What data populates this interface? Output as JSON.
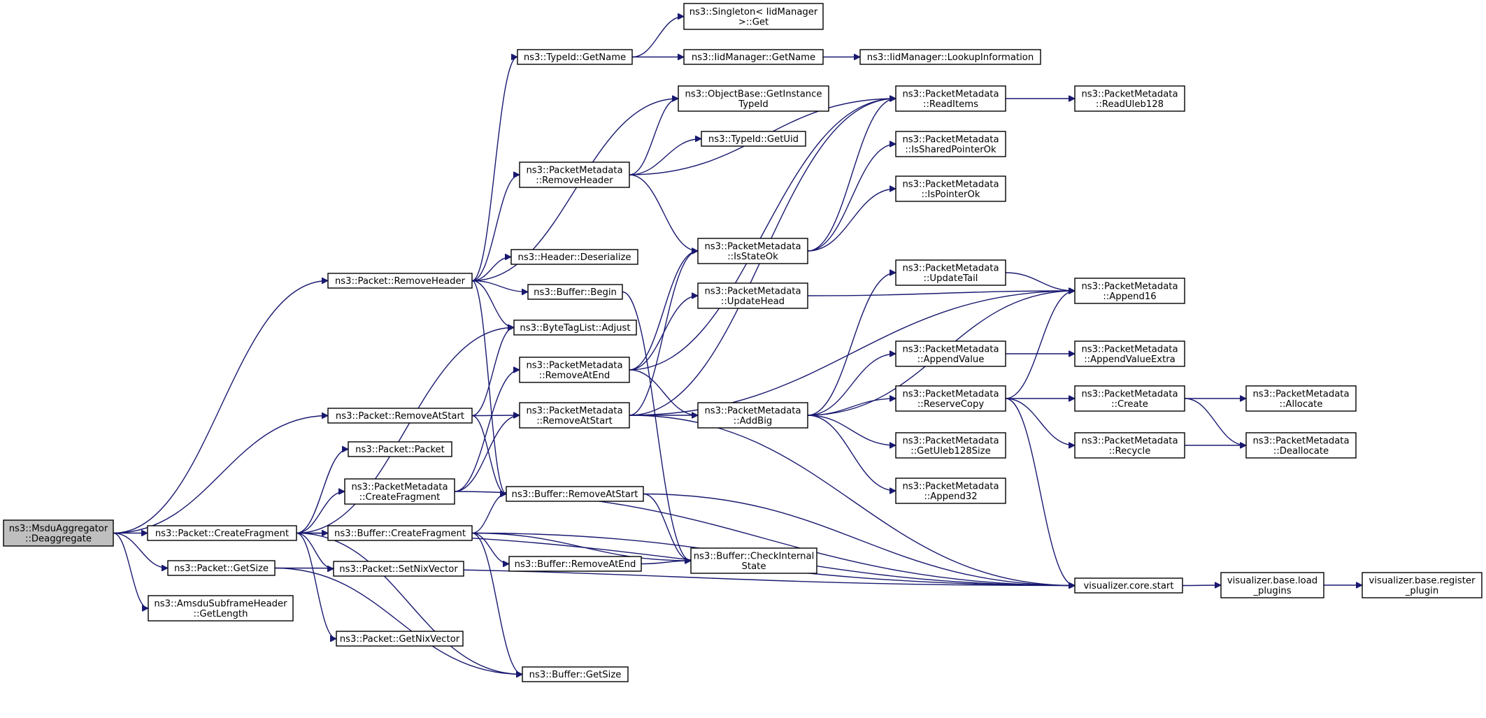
{
  "colors": {
    "edge": "#191970",
    "node_border": "#000000",
    "root_fill": "#bfbfbf",
    "background": "#ffffff"
  },
  "nodes": [
    {
      "id": "deagg",
      "lines": [
        "ns3::MsduAggregator",
        "::Deaggregate"
      ],
      "root": true
    },
    {
      "id": "createFragment",
      "lines": [
        "ns3::Packet::CreateFragment"
      ]
    },
    {
      "id": "pGetSize",
      "lines": [
        "ns3::Packet::GetSize"
      ]
    },
    {
      "id": "amsduLen",
      "lines": [
        "ns3::AmsduSubframeHeader",
        "::GetLength"
      ]
    },
    {
      "id": "removeHeader",
      "lines": [
        "ns3::Packet::RemoveHeader"
      ]
    },
    {
      "id": "pRemoveAtStart",
      "lines": [
        "ns3::Packet::RemoveAtStart"
      ]
    },
    {
      "id": "packetCtor",
      "lines": [
        "ns3::Packet::Packet"
      ]
    },
    {
      "id": "pmCreateFragment",
      "lines": [
        "ns3::PacketMetadata",
        "::CreateFragment"
      ]
    },
    {
      "id": "bCreateFragment",
      "lines": [
        "ns3::Buffer::CreateFragment"
      ]
    },
    {
      "id": "setNix",
      "lines": [
        "ns3::Packet::SetNixVector"
      ]
    },
    {
      "id": "getNix",
      "lines": [
        "ns3::Packet::GetNixVector"
      ]
    },
    {
      "id": "typeIdGetName",
      "lines": [
        "ns3::TypeId::GetName"
      ]
    },
    {
      "id": "pmRemoveHeader",
      "lines": [
        "ns3::PacketMetadata",
        "::RemoveHeader"
      ]
    },
    {
      "id": "headerDeser",
      "lines": [
        "ns3::Header::Deserialize"
      ]
    },
    {
      "id": "bufferBegin",
      "lines": [
        "ns3::Buffer::Begin"
      ]
    },
    {
      "id": "btlAdjust",
      "lines": [
        "ns3::ByteTagList::Adjust"
      ]
    },
    {
      "id": "pmRemoveAtEnd",
      "lines": [
        "ns3::PacketMetadata",
        "::RemoveAtEnd"
      ]
    },
    {
      "id": "pmRemoveAtStart",
      "lines": [
        "ns3::PacketMetadata",
        "::RemoveAtStart"
      ]
    },
    {
      "id": "bRemoveAtStart",
      "lines": [
        "ns3::Buffer::RemoveAtStart"
      ]
    },
    {
      "id": "bRemoveAtEnd",
      "lines": [
        "ns3::Buffer::RemoveAtEnd"
      ]
    },
    {
      "id": "bGetSize",
      "lines": [
        "ns3::Buffer::GetSize"
      ]
    },
    {
      "id": "singletonGet",
      "lines": [
        "ns3::Singleton< IidManager",
        " >::Get"
      ]
    },
    {
      "id": "iidGetName",
      "lines": [
        "ns3::IidManager::GetName"
      ]
    },
    {
      "id": "lookupInfo",
      "lines": [
        "ns3::IidManager::LookupInformation"
      ]
    },
    {
      "id": "objGetInst",
      "lines": [
        "ns3::ObjectBase::GetInstance",
        "TypeId"
      ]
    },
    {
      "id": "typeIdGetUid",
      "lines": [
        "ns3::TypeId::GetUid"
      ]
    },
    {
      "id": "isStateOk",
      "lines": [
        "ns3::PacketMetadata",
        "::IsStateOk"
      ]
    },
    {
      "id": "updateHead",
      "lines": [
        "ns3::PacketMetadata",
        "::UpdateHead"
      ]
    },
    {
      "id": "addBig",
      "lines": [
        "ns3::PacketMetadata",
        "::AddBig"
      ]
    },
    {
      "id": "checkInternal",
      "lines": [
        "ns3::Buffer::CheckInternal",
        "State"
      ]
    },
    {
      "id": "readItems",
      "lines": [
        "ns3::PacketMetadata",
        "::ReadItems"
      ]
    },
    {
      "id": "isSharedPtrOk",
      "lines": [
        "ns3::PacketMetadata",
        "::IsSharedPointerOk"
      ]
    },
    {
      "id": "isPtrOk",
      "lines": [
        "ns3::PacketMetadata",
        "::IsPointerOk"
      ]
    },
    {
      "id": "updateTail",
      "lines": [
        "ns3::PacketMetadata",
        "::UpdateTail"
      ]
    },
    {
      "id": "appendValue",
      "lines": [
        "ns3::PacketMetadata",
        "::AppendValue"
      ]
    },
    {
      "id": "reserveCopy",
      "lines": [
        "ns3::PacketMetadata",
        "::ReserveCopy"
      ]
    },
    {
      "id": "getUleb",
      "lines": [
        "ns3::PacketMetadata",
        "::GetUleb128Size"
      ]
    },
    {
      "id": "append32",
      "lines": [
        "ns3::PacketMetadata",
        "::Append32"
      ]
    },
    {
      "id": "vizStart",
      "lines": [
        "visualizer.core.start"
      ]
    },
    {
      "id": "readUleb",
      "lines": [
        "ns3::PacketMetadata",
        "::ReadUleb128"
      ]
    },
    {
      "id": "append16",
      "lines": [
        "ns3::PacketMetadata",
        "::Append16"
      ]
    },
    {
      "id": "appendValueExtra",
      "lines": [
        "ns3::PacketMetadata",
        "::AppendValueExtra"
      ]
    },
    {
      "id": "pmCreate",
      "lines": [
        "ns3::PacketMetadata",
        "::Create"
      ]
    },
    {
      "id": "pmRecycle",
      "lines": [
        "ns3::PacketMetadata",
        "::Recycle"
      ]
    },
    {
      "id": "loadPlugins",
      "lines": [
        "visualizer.base.load",
        "_plugins"
      ]
    },
    {
      "id": "pmAllocate",
      "lines": [
        "ns3::PacketMetadata",
        "::Allocate"
      ]
    },
    {
      "id": "pmDeallocate",
      "lines": [
        "ns3::PacketMetadata",
        "::Deallocate"
      ]
    },
    {
      "id": "registerPlugin",
      "lines": [
        "visualizer.base.register",
        "_plugin"
      ]
    }
  ],
  "edges": [
    [
      "deagg",
      "createFragment"
    ],
    [
      "deagg",
      "pGetSize"
    ],
    [
      "deagg",
      "amsduLen"
    ],
    [
      "deagg",
      "removeHeader"
    ],
    [
      "deagg",
      "pRemoveAtStart"
    ],
    [
      "createFragment",
      "btlAdjust"
    ],
    [
      "createFragment",
      "packetCtor"
    ],
    [
      "createFragment",
      "pmCreateFragment"
    ],
    [
      "createFragment",
      "bCreateFragment"
    ],
    [
      "createFragment",
      "setNix"
    ],
    [
      "createFragment",
      "getNix"
    ],
    [
      "createFragment",
      "bGetSize"
    ],
    [
      "createFragment",
      "vizStart"
    ],
    [
      "pGetSize",
      "bGetSize"
    ],
    [
      "pGetSize",
      "vizStart"
    ],
    [
      "removeHeader",
      "typeIdGetName"
    ],
    [
      "removeHeader",
      "objGetInst"
    ],
    [
      "removeHeader",
      "pmRemoveHeader"
    ],
    [
      "removeHeader",
      "headerDeser"
    ],
    [
      "removeHeader",
      "bufferBegin"
    ],
    [
      "removeHeader",
      "btlAdjust"
    ],
    [
      "removeHeader",
      "bRemoveAtStart"
    ],
    [
      "pRemoveAtStart",
      "btlAdjust"
    ],
    [
      "pRemoveAtStart",
      "pmRemoveAtStart"
    ],
    [
      "pRemoveAtStart",
      "bRemoveAtStart"
    ],
    [
      "pmCreateFragment",
      "pmRemoveAtEnd"
    ],
    [
      "pmCreateFragment",
      "pmRemoveAtStart"
    ],
    [
      "pmCreateFragment",
      "vizStart"
    ],
    [
      "bCreateFragment",
      "bRemoveAtStart"
    ],
    [
      "bCreateFragment",
      "bRemoveAtEnd"
    ],
    [
      "bCreateFragment",
      "checkInternal"
    ],
    [
      "bCreateFragment",
      "bGetSize"
    ],
    [
      "bCreateFragment",
      "vizStart"
    ],
    [
      "typeIdGetName",
      "singletonGet"
    ],
    [
      "typeIdGetName",
      "iidGetName"
    ],
    [
      "iidGetName",
      "lookupInfo"
    ],
    [
      "pmRemoveHeader",
      "objGetInst"
    ],
    [
      "pmRemoveHeader",
      "typeIdGetUid"
    ],
    [
      "pmRemoveHeader",
      "readItems"
    ],
    [
      "pmRemoveHeader",
      "isStateOk"
    ],
    [
      "bufferBegin",
      "checkInternal"
    ],
    [
      "pmRemoveAtEnd",
      "isStateOk"
    ],
    [
      "pmRemoveAtEnd",
      "updateHead"
    ],
    [
      "pmRemoveAtEnd",
      "addBig"
    ],
    [
      "pmRemoveAtEnd",
      "readItems"
    ],
    [
      "pmRemoveAtStart",
      "isStateOk"
    ],
    [
      "pmRemoveAtStart",
      "addBig"
    ],
    [
      "pmRemoveAtStart",
      "readItems"
    ],
    [
      "pmRemoveAtStart",
      "append16"
    ],
    [
      "pmRemoveAtStart",
      "vizStart"
    ],
    [
      "bRemoveAtStart",
      "checkInternal"
    ],
    [
      "bRemoveAtStart",
      "vizStart"
    ],
    [
      "bRemoveAtEnd",
      "checkInternal"
    ],
    [
      "isStateOk",
      "readItems"
    ],
    [
      "isStateOk",
      "isSharedPtrOk"
    ],
    [
      "isStateOk",
      "isPtrOk"
    ],
    [
      "updateHead",
      "append16"
    ],
    [
      "readItems",
      "readUleb"
    ],
    [
      "addBig",
      "updateTail"
    ],
    [
      "addBig",
      "append16"
    ],
    [
      "addBig",
      "appendValue"
    ],
    [
      "addBig",
      "reserveCopy"
    ],
    [
      "addBig",
      "getUleb"
    ],
    [
      "addBig",
      "append32"
    ],
    [
      "updateTail",
      "append16"
    ],
    [
      "appendValue",
      "appendValueExtra"
    ],
    [
      "reserveCopy",
      "append16"
    ],
    [
      "reserveCopy",
      "pmCreate"
    ],
    [
      "reserveCopy",
      "pmRecycle"
    ],
    [
      "reserveCopy",
      "vizStart"
    ],
    [
      "pmCreate",
      "pmAllocate"
    ],
    [
      "pmCreate",
      "pmDeallocate"
    ],
    [
      "pmRecycle",
      "pmDeallocate"
    ],
    [
      "vizStart",
      "loadPlugins"
    ],
    [
      "loadPlugins",
      "registerPlugin"
    ]
  ]
}
